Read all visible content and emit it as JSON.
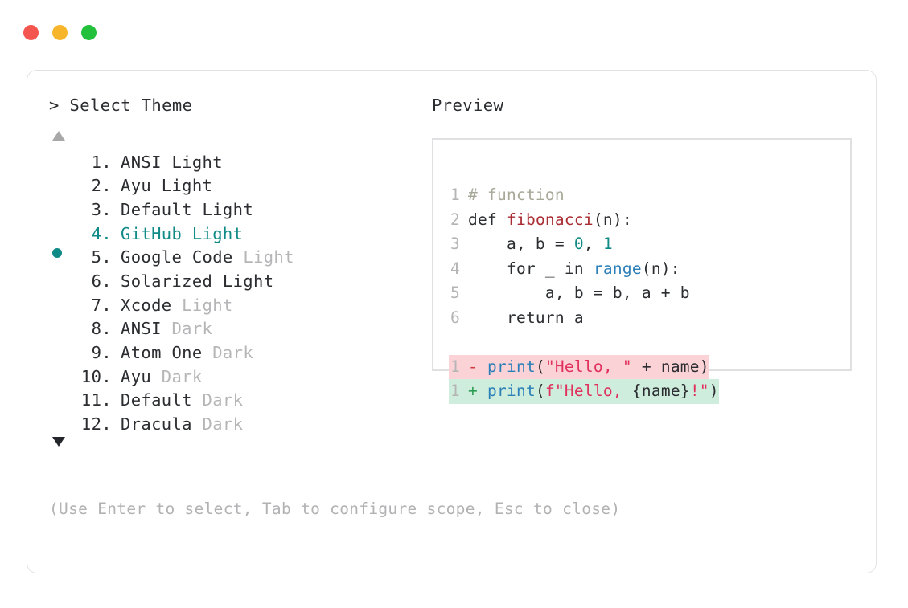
{
  "window": {
    "traffic_lights": [
      {
        "name": "close",
        "color": "#f4564f"
      },
      {
        "name": "minimize",
        "color": "#f7b52c"
      },
      {
        "name": "maximize",
        "color": "#23c03b"
      }
    ]
  },
  "prompt": {
    "heading": "> Select Theme",
    "scroll_up_icon": "triangle-up",
    "scroll_down_icon": "triangle-down",
    "hint": "(Use Enter to select, Tab to configure scope, Esc to close)",
    "selected_index": 4,
    "accent_color": "#0f8a86"
  },
  "themes": [
    {
      "index": "1.",
      "name": "ANSI",
      "variant": "Light",
      "variant_muted": false,
      "selected": false
    },
    {
      "index": "2.",
      "name": "Ayu",
      "variant": "Light",
      "variant_muted": false,
      "selected": false
    },
    {
      "index": "3.",
      "name": "Default",
      "variant": "Light",
      "variant_muted": false,
      "selected": false
    },
    {
      "index": "4.",
      "name": "GitHub",
      "variant": "Light",
      "variant_muted": false,
      "selected": true
    },
    {
      "index": "5.",
      "name": "Google Code",
      "variant": "Light",
      "variant_muted": true,
      "selected": false
    },
    {
      "index": "6.",
      "name": "Solarized",
      "variant": "Light",
      "variant_muted": false,
      "selected": false
    },
    {
      "index": "7.",
      "name": "Xcode",
      "variant": "Light",
      "variant_muted": true,
      "selected": false
    },
    {
      "index": "8.",
      "name": "ANSI",
      "variant": "Dark",
      "variant_muted": true,
      "selected": false
    },
    {
      "index": "9.",
      "name": "Atom One",
      "variant": "Dark",
      "variant_muted": true,
      "selected": false
    },
    {
      "index": "10.",
      "name": "Ayu",
      "variant": "Dark",
      "variant_muted": true,
      "selected": false
    },
    {
      "index": "11.",
      "name": "Default",
      "variant": "Dark",
      "variant_muted": true,
      "selected": false
    },
    {
      "index": "12.",
      "name": "Dracula",
      "variant": "Dark",
      "variant_muted": true,
      "selected": false
    }
  ],
  "preview": {
    "heading": "Preview",
    "code_lines": [
      {
        "gutter": "1",
        "tokens": [
          {
            "t": "# function",
            "c": "comment"
          }
        ]
      },
      {
        "gutter": "2",
        "tokens": [
          {
            "t": "def ",
            "c": "keyword"
          },
          {
            "t": "fibonacci",
            "c": "func"
          },
          {
            "t": "(n):",
            "c": "plain"
          }
        ]
      },
      {
        "gutter": "3",
        "tokens": [
          {
            "t": "    a, b = ",
            "c": "plain"
          },
          {
            "t": "0",
            "c": "number"
          },
          {
            "t": ", ",
            "c": "plain"
          },
          {
            "t": "1",
            "c": "number"
          }
        ]
      },
      {
        "gutter": "4",
        "tokens": [
          {
            "t": "    for _ in ",
            "c": "plain"
          },
          {
            "t": "range",
            "c": "builtin"
          },
          {
            "t": "(n):",
            "c": "plain"
          }
        ]
      },
      {
        "gutter": "5",
        "tokens": [
          {
            "t": "        a, b = b, a + b",
            "c": "plain"
          }
        ]
      },
      {
        "gutter": "6",
        "tokens": [
          {
            "t": "    return a",
            "c": "plain"
          }
        ]
      }
    ],
    "diff_lines": [
      {
        "gutter": "1",
        "kind": "del",
        "mark": "-",
        "bg": "#fbd3d6",
        "tokens": [
          {
            "t": "print",
            "c": "builtin"
          },
          {
            "t": "(",
            "c": "plain"
          },
          {
            "t": "\"Hello, \"",
            "c": "string"
          },
          {
            "t": " + name)",
            "c": "plain"
          }
        ]
      },
      {
        "gutter": "1",
        "kind": "add",
        "mark": "+",
        "bg": "#cfeddc",
        "tokens": [
          {
            "t": "print",
            "c": "builtin"
          },
          {
            "t": "(",
            "c": "plain"
          },
          {
            "t": "f\"Hello, ",
            "c": "string"
          },
          {
            "t": "{name}",
            "c": "plain"
          },
          {
            "t": "!\"",
            "c": "string"
          },
          {
            "t": ")",
            "c": "plain"
          }
        ]
      }
    ]
  }
}
